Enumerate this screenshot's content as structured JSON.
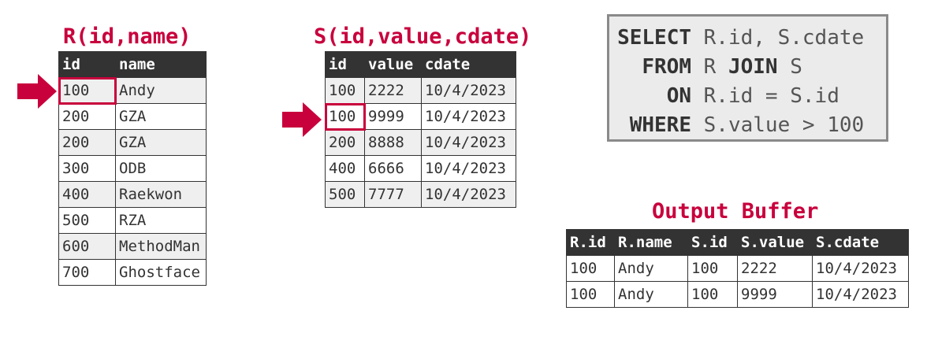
{
  "r_table": {
    "title": "R(id,name)",
    "columns": [
      "id",
      "name"
    ],
    "rows": [
      [
        "100",
        "Andy"
      ],
      [
        "200",
        "GZA"
      ],
      [
        "200",
        "GZA"
      ],
      [
        "300",
        "ODB"
      ],
      [
        "400",
        "Raekwon"
      ],
      [
        "500",
        "RZA"
      ],
      [
        "600",
        "MethodMan"
      ],
      [
        "700",
        "Ghostface"
      ]
    ],
    "highlighted_row": 0
  },
  "s_table": {
    "title": "S(id,value,cdate)",
    "columns": [
      "id",
      "value",
      "cdate"
    ],
    "rows": [
      [
        "100",
        "2222",
        "10/4/2023"
      ],
      [
        "100",
        "9999",
        "10/4/2023"
      ],
      [
        "200",
        "8888",
        "10/4/2023"
      ],
      [
        "400",
        "6666",
        "10/4/2023"
      ],
      [
        "500",
        "7777",
        "10/4/2023"
      ]
    ],
    "highlighted_row": 1
  },
  "query": {
    "select_kw": "SELECT",
    "select_rest": "R.id, S.cdate",
    "from_kw": "FROM",
    "from_rel1": "R",
    "join_kw": "JOIN",
    "from_rel2": "S",
    "on_kw": "ON",
    "on_rest": "R.id = S.id",
    "where_kw": "WHERE",
    "where_rest": "S.value > 100"
  },
  "output": {
    "title": "Output Buffer",
    "columns": [
      "R.id",
      "R.name",
      "S.id",
      "S.value",
      "S.cdate"
    ],
    "rows": [
      [
        "100",
        "Andy",
        "100",
        "2222",
        "10/4/2023"
      ],
      [
        "100",
        "Andy",
        "100",
        "9999",
        "10/4/2023"
      ]
    ]
  },
  "colors": {
    "accent": "#c8003c",
    "header_bg": "#333333",
    "shade": "#efefef",
    "sql_bg": "#ebebeb",
    "sql_border": "#8a8a8a"
  },
  "icons": [
    "pointer-arrow-icon"
  ]
}
